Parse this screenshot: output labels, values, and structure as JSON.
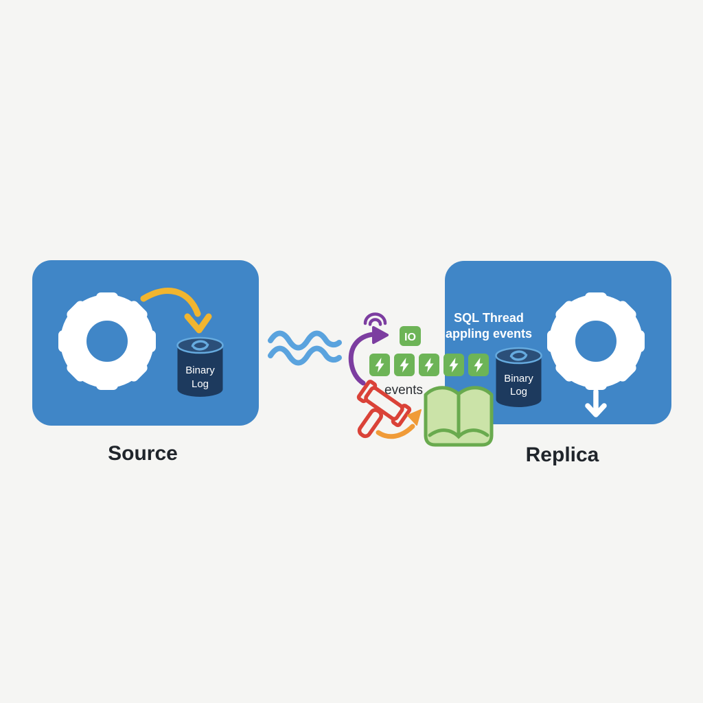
{
  "source_box": {
    "label": "Source",
    "binary_log": {
      "line1": "Binary",
      "line2": "Log"
    }
  },
  "replica_box": {
    "label": "Replica",
    "caption": {
      "line1": "SQL Thread",
      "line2": "appling events"
    },
    "binary_log": {
      "line1": "Binary",
      "line2": "Log"
    }
  },
  "pipeline": {
    "io_badge": "IO",
    "events_label": "events",
    "event_square_count": 5
  },
  "icons": {
    "source_gear": "gear-icon",
    "replica_gear": "gear-icon",
    "write_arrow": "curved-arrow-down-icon",
    "network": "waves-icon",
    "io_receive": "signal-curved-arrow-icon",
    "event_square": "lightning-bolt-icon",
    "apply_hammer": "hammer-icon",
    "apply_arrow": "curved-arrow-up-icon",
    "relay_log": "open-book-icon",
    "binary_log": "database-cylinder-icon",
    "flow_down": "down-arrow-icon"
  },
  "colors": {
    "background": "#f5f5f3",
    "box-blue": "#4086c7",
    "white": "#ffffff",
    "navy-body": "#1d3a5e",
    "navy-top": "#2b4f79",
    "cyl-accent": "#66abdf",
    "wave-blue": "#5aa3de",
    "green": "#6db457",
    "book-fill": "#cbe3a8",
    "book-stroke": "#69aa4e",
    "purple": "#7c3da0",
    "red": "#da4238",
    "orange": "#f09b38",
    "yellow": "#f1b52f",
    "label-dark": "#20252b",
    "events-text": "#2b2e33"
  }
}
